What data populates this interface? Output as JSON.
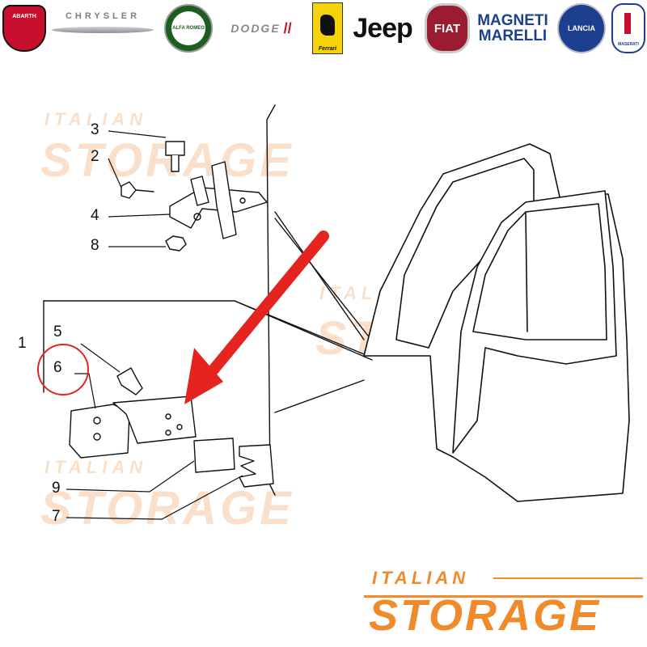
{
  "logos": [
    {
      "name": "abarth",
      "text": "ABARTH",
      "color": "#c8102e"
    },
    {
      "name": "chrysler",
      "text": "CHRYSLER",
      "color": "#7a7f86"
    },
    {
      "name": "alfa-romeo",
      "text": "ALFA ROMEO",
      "color": "#1b5e20"
    },
    {
      "name": "dodge",
      "text": "DODGE",
      "color": "#8a8a8a"
    },
    {
      "name": "ferrari",
      "text": "Ferrari",
      "color": "#f5d20a"
    },
    {
      "name": "jeep",
      "text": "Jeep",
      "color": "#111111"
    },
    {
      "name": "fiat",
      "text": "FIAT",
      "color": "#9b1b30"
    },
    {
      "name": "magneti-marelli",
      "text1": "MAGNETI",
      "text2": "MARELLI",
      "color": "#1d3f8f"
    },
    {
      "name": "lancia",
      "text": "LANCIA",
      "color": "#1d3f8f"
    },
    {
      "name": "maserati",
      "text": "MASERATI",
      "color": "#1d3f8f"
    }
  ],
  "callouts": [
    {
      "id": "callout-3",
      "label": "3"
    },
    {
      "id": "callout-2",
      "label": "2"
    },
    {
      "id": "callout-4",
      "label": "4"
    },
    {
      "id": "callout-8",
      "label": "8"
    },
    {
      "id": "callout-1",
      "label": "1"
    },
    {
      "id": "callout-5",
      "label": "5"
    },
    {
      "id": "callout-6",
      "label": "6"
    },
    {
      "id": "callout-9",
      "label": "9"
    },
    {
      "id": "callout-7",
      "label": "7"
    }
  ],
  "watermark": {
    "top": "ITALIAN",
    "main": "STORAGE"
  },
  "brand": {
    "top": "ITALIAN",
    "main": "STORAGE",
    "color": "#f08a2a"
  },
  "colors": {
    "highlight": "#e52420",
    "arrow": "#e52420",
    "line": "#111111"
  }
}
